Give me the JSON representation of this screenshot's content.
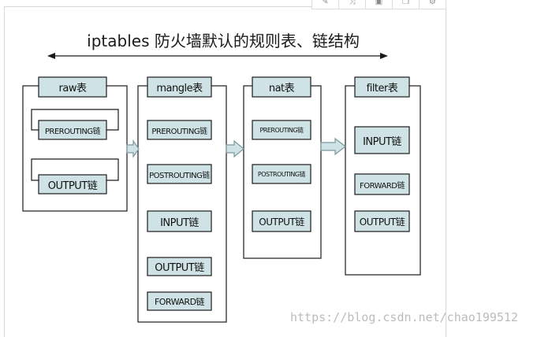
{
  "title": "iptables 防火墙默认的规则表、链结构",
  "toolbar_icons": [
    "edit-icon",
    "shuffle-icon",
    "save-icon",
    "copy-icon",
    "settings-icon"
  ],
  "colors": {
    "chain_fill": "#cfe3e6",
    "border": "#1a1a1a",
    "arrow_fill": "#cfe3e6",
    "arrow_stroke": "#7a9aa0",
    "watermark": "#bcbcbc"
  },
  "tables": [
    {
      "id": "raw",
      "label": "raw表",
      "chains": [
        "PREROUTING链",
        "OUTPUT链"
      ]
    },
    {
      "id": "mangle",
      "label": "mangle表",
      "chains": [
        "PREROUTING链",
        "POSTROUTING链",
        "INPUT链",
        "OUTPUT链",
        "FORWARD链"
      ]
    },
    {
      "id": "nat",
      "label": "nat表",
      "chains": [
        "PREROUTING链",
        "POSTROUTING链",
        "OUTPUT链"
      ]
    },
    {
      "id": "filter",
      "label": "filter表",
      "chains": [
        "INPUT链",
        "FORWARD链",
        "OUTPUT链"
      ]
    }
  ],
  "watermark": "https://blog.csdn.net/chao199512"
}
